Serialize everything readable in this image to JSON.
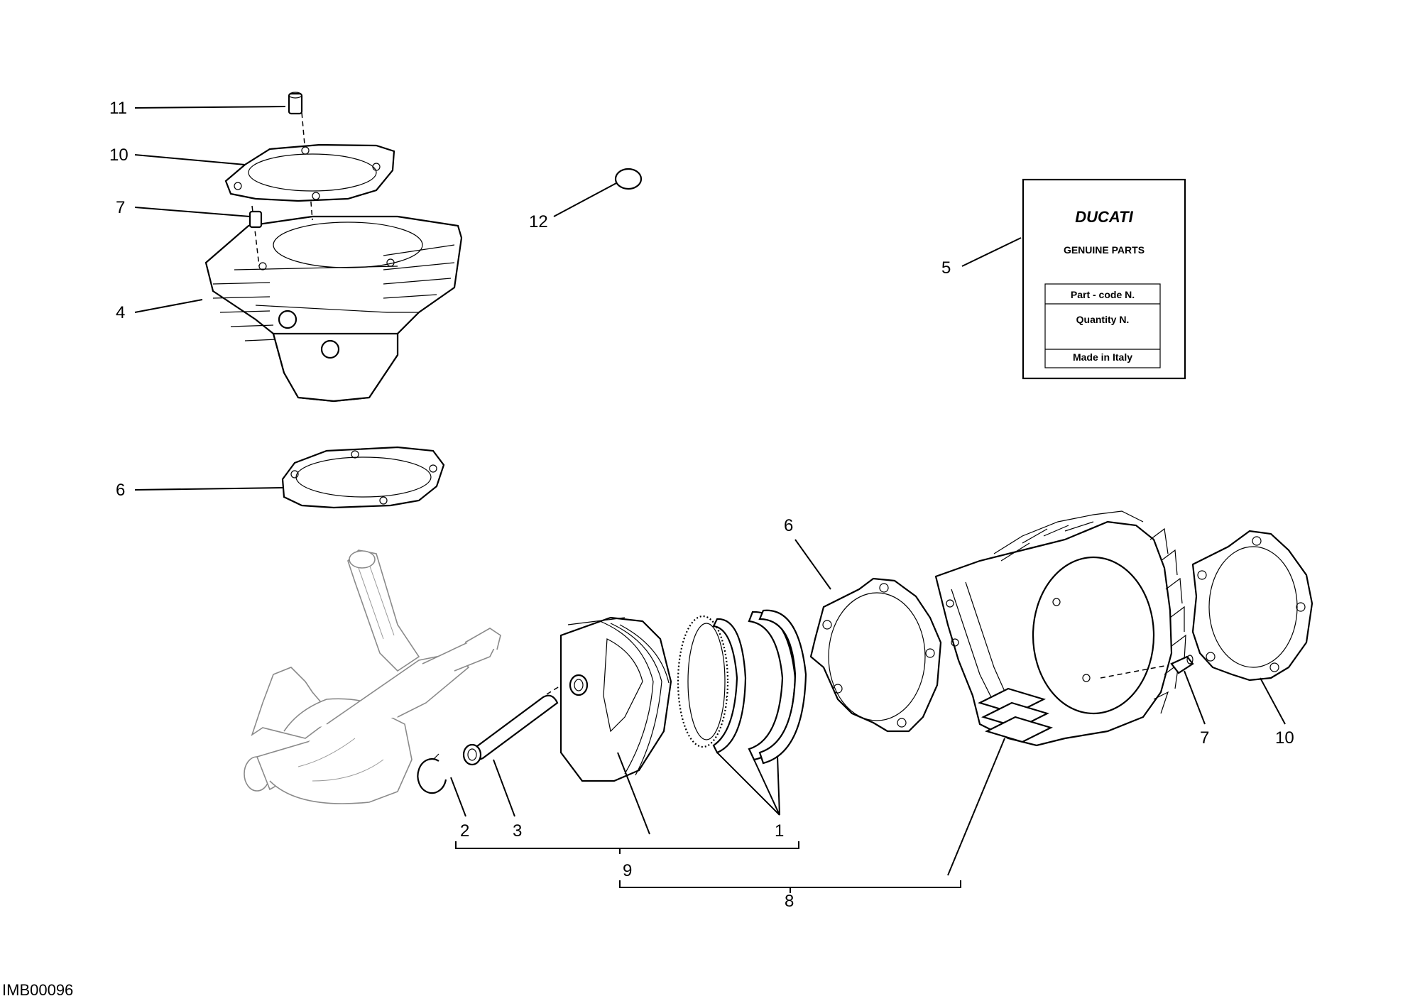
{
  "diagram_code": "IMB00096",
  "callouts": {
    "c11_top": "11",
    "c10_top": "10",
    "c7_top": "7",
    "c12": "12",
    "c4": "4",
    "c5": "5",
    "c6_top": "6",
    "c6_mid": "6",
    "c7_right": "7",
    "c10_right": "10",
    "c2": "2",
    "c3": "3",
    "c1": "1",
    "c9": "9",
    "c8": "8"
  },
  "label_card": {
    "brand": "DUCATI",
    "title": "GENUINE PARTS",
    "row1": "Part - code N.",
    "row2": "Quantity N.",
    "row3": "Made in Italy"
  }
}
